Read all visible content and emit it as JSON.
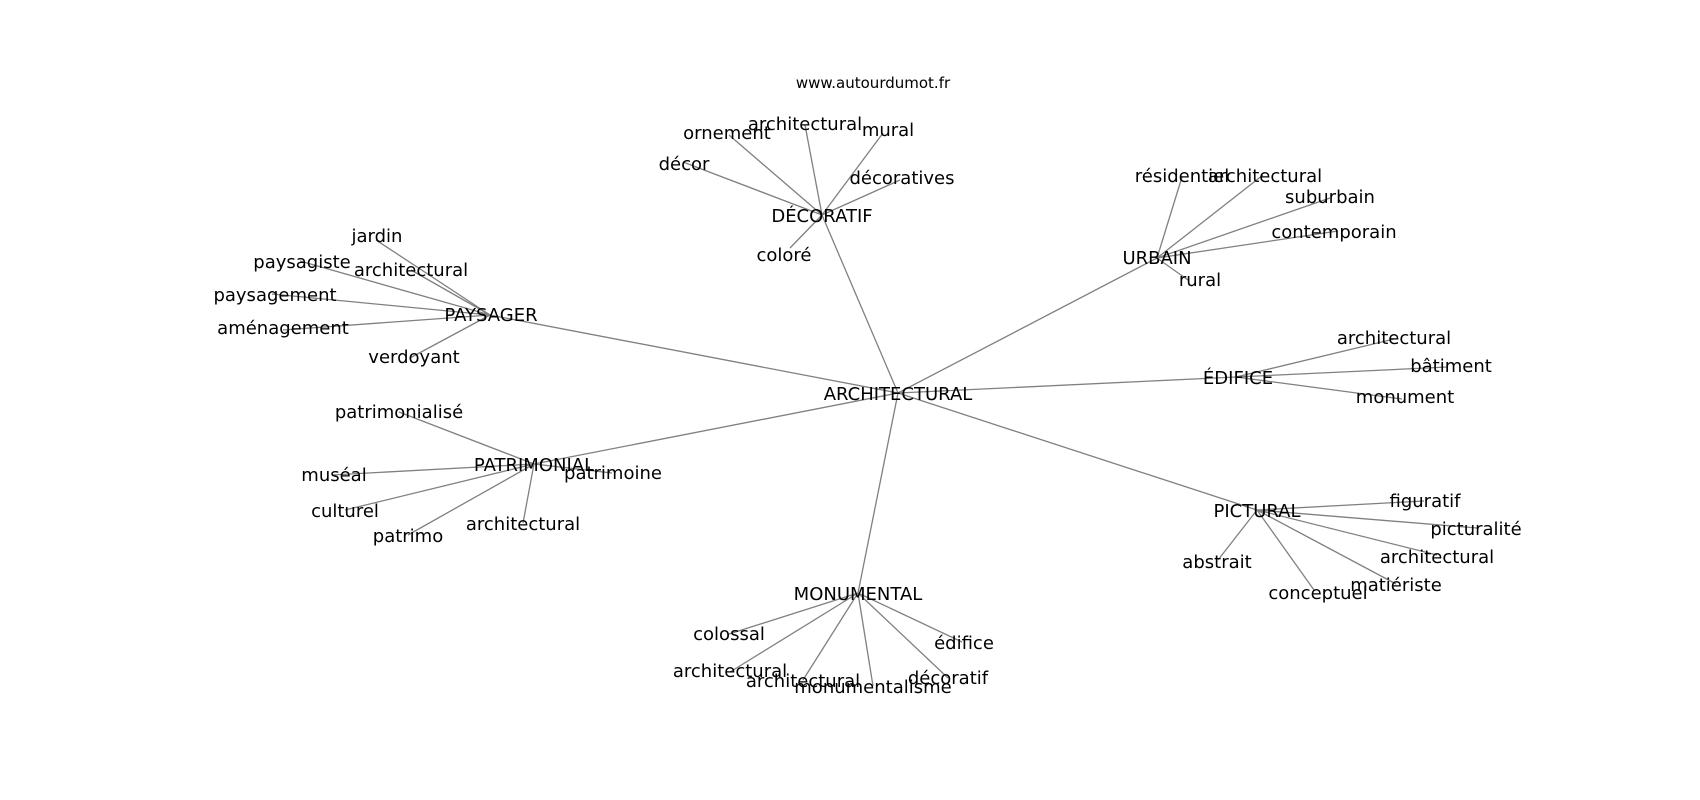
{
  "source": "www.autourdumot.fr",
  "root": {
    "id": "root",
    "label": "ARCHITECTURAL"
  },
  "hubs": [
    {
      "id": "decoratif",
      "label": "DÉCORATIF",
      "leaves": [
        {
          "id": "decoratif-ornement",
          "label": "ornement"
        },
        {
          "id": "decoratif-architectural",
          "label": "architectural"
        },
        {
          "id": "decoratif-mural",
          "label": "mural"
        },
        {
          "id": "decoratif-decor",
          "label": "décor"
        },
        {
          "id": "decoratif-decoratives",
          "label": "décoratives"
        },
        {
          "id": "decoratif-colore",
          "label": "coloré"
        }
      ]
    },
    {
      "id": "urbain",
      "label": "URBAIN",
      "leaves": [
        {
          "id": "urbain-residentiel",
          "label": "résidentiel"
        },
        {
          "id": "urbain-architectural",
          "label": "architectural"
        },
        {
          "id": "urbain-suburbain",
          "label": "suburbain"
        },
        {
          "id": "urbain-contemporain",
          "label": "contemporain"
        },
        {
          "id": "urbain-rural",
          "label": "rural"
        }
      ]
    },
    {
      "id": "paysager",
      "label": "PAYSAGER",
      "leaves": [
        {
          "id": "paysager-jardin",
          "label": "jardin"
        },
        {
          "id": "paysager-paysagiste",
          "label": "paysagiste"
        },
        {
          "id": "paysager-architectural",
          "label": "architectural"
        },
        {
          "id": "paysager-paysagement",
          "label": "paysagement"
        },
        {
          "id": "paysager-amenagement",
          "label": "aménagement"
        },
        {
          "id": "paysager-verdoyant",
          "label": "verdoyant"
        }
      ]
    },
    {
      "id": "edifice",
      "label": "ÉDIFICE",
      "leaves": [
        {
          "id": "edifice-architectural",
          "label": "architectural"
        },
        {
          "id": "edifice-batiment",
          "label": "bâtiment"
        },
        {
          "id": "edifice-monument",
          "label": "monument"
        }
      ]
    },
    {
      "id": "patrimonial",
      "label": "PATRIMONIAL",
      "leaves": [
        {
          "id": "patrimonial-patrimonialise",
          "label": "patrimonialisé"
        },
        {
          "id": "patrimonial-museal",
          "label": "muséal"
        },
        {
          "id": "patrimonial-patrimoine",
          "label": "patrimoine"
        },
        {
          "id": "patrimonial-culturel",
          "label": "culturel"
        },
        {
          "id": "patrimonial-patrimo",
          "label": "patrimo"
        },
        {
          "id": "patrimonial-architectural",
          "label": "architectural"
        }
      ]
    },
    {
      "id": "pictural",
      "label": "PICTURAL",
      "leaves": [
        {
          "id": "pictural-figuratif",
          "label": "figuratif"
        },
        {
          "id": "pictural-picturalite",
          "label": "picturalité"
        },
        {
          "id": "pictural-architectural",
          "label": "architectural"
        },
        {
          "id": "pictural-abstrait",
          "label": "abstrait"
        },
        {
          "id": "pictural-matieriste",
          "label": "matiériste"
        },
        {
          "id": "pictural-conceptuel",
          "label": "conceptuel"
        }
      ]
    },
    {
      "id": "monumental",
      "label": "MONUMENTAL",
      "leaves": [
        {
          "id": "monumental-colossal",
          "label": "colossal"
        },
        {
          "id": "monumental-edifice",
          "label": "édifice"
        },
        {
          "id": "monumental-architectural-1",
          "label": "architectural"
        },
        {
          "id": "monumental-architectural-2",
          "label": "architectural"
        },
        {
          "id": "monumental-monumentalisme",
          "label": "monumentalisme"
        },
        {
          "id": "monumental-decoratif",
          "label": "décoratif"
        }
      ]
    }
  ]
}
